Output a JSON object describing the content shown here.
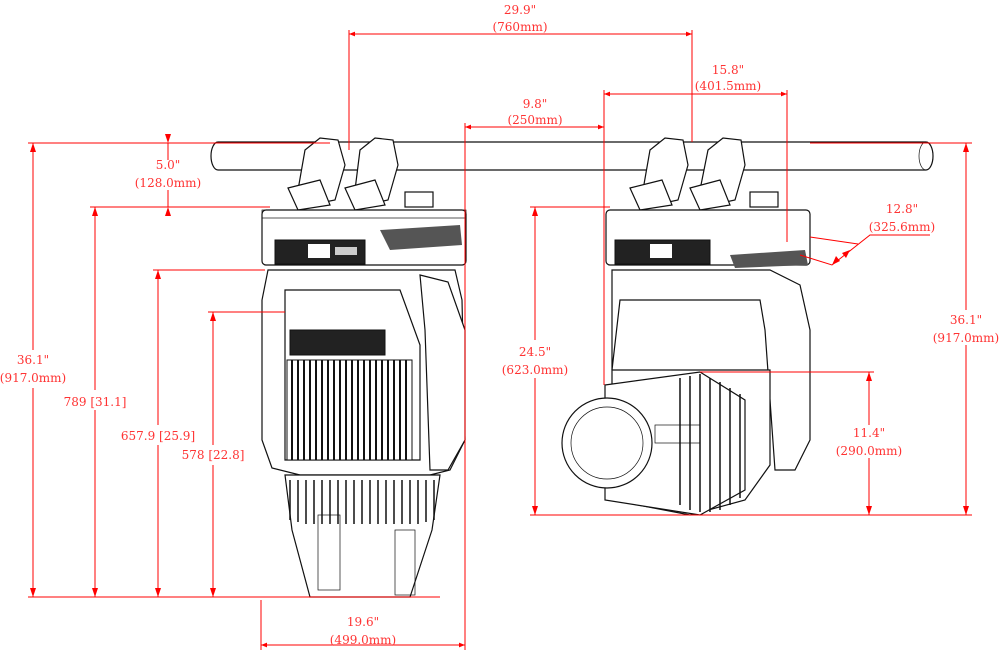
{
  "dimensions": {
    "top_width": {
      "inch": "29.9\"",
      "mm": "(760mm)"
    },
    "yoke_width": {
      "inch": "15.8\"",
      "mm": "(401.5mm)"
    },
    "offset": {
      "inch": "9.8\"",
      "mm": "(250mm)"
    },
    "clamp_height": {
      "inch": "5.0\"",
      "mm": "(128.0mm)"
    },
    "total_height_left": {
      "inch": "36.1\"",
      "mm": "(917.0mm)"
    },
    "h789": "789 [31.1]",
    "h657": "657.9 [25.9]",
    "h578": "578 [22.8]",
    "bottom_width": {
      "inch": "19.6\"",
      "mm": "(499.0mm)"
    },
    "total_height_right": {
      "inch": "36.1\"",
      "mm": "(917.0mm)"
    },
    "side_height": {
      "inch": "24.5\"",
      "mm": "(623.0mm)"
    },
    "head_height": {
      "inch": "11.4\"",
      "mm": "(290.0mm)"
    },
    "base_depth": {
      "inch": "12.8\"",
      "mm": "(325.6mm)"
    }
  },
  "colors": {
    "dimension": "#ff0000",
    "drawing": "#111111"
  }
}
